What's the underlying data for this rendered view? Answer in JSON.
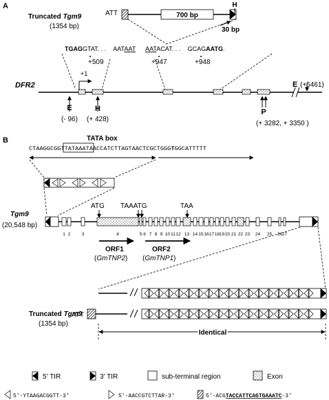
{
  "panel_a": {
    "letter": "A",
    "trunc_title": "Truncated",
    "trunc_gene": "Tgm9",
    "trunc_size": "(1354 bp)",
    "att": "ATT",
    "box700": "700 bp",
    "h_top": "H",
    "bp30": "30 bp",
    "seq_left_bold": "TGAG",
    "seq_left_rest": "GTAT. . .",
    "seq_mid1": "AAT",
    "seq_mid1_u": "AAT",
    "seq_mid2_u": "AAT",
    "seq_mid2": "ACAT. . .",
    "seq_right": "GCAG",
    "seq_right_bold": "AATG",
    "seq_right_end": ".",
    "pos509": "+509",
    "pos947": "+947",
    "pos948": "+948",
    "plus1": "+1",
    "dfr2": "DFR2",
    "e_label": "E",
    "e_pos": "(- 96)",
    "h_label": "H",
    "h_pos": "(+ 428)",
    "p_label": "P",
    "p_pos": "(+ 3282, + 3350 )",
    "e2_label": "E",
    "e2_pos": "(+5461)"
  },
  "panel_b": {
    "letter": "B",
    "tata": "TATA box",
    "seq_pre": "CTAAGGCGGT",
    "seq_box": "TATAAAT",
    "seq_mid": "AACCATCTTAGTAACTCGCTGGG",
    "seq_bold": "T",
    "seq_post": "GGCATTTTT",
    "gene": "Tgm9",
    "gene_size": "(20,548 bp)",
    "atg1": "ATG",
    "taa_atg": "TAAATG",
    "taa2": "TAA",
    "exon_numbers": [
      "1",
      "2",
      "3",
      "4",
      "5",
      "6",
      "7",
      "8",
      "9",
      "10",
      "11",
      "12",
      "13",
      "14",
      "15",
      "16",
      "17",
      "18",
      "19",
      "20",
      "21",
      "22",
      "23",
      "24",
      "25",
      "26",
      "27"
    ],
    "orf1": "ORF1",
    "orf1_sub": "GmTNP2",
    "orf2": "ORF2",
    "orf2_sub": "GmTNP1",
    "trunc_title": "Truncated",
    "trunc_gene": "Tgm9",
    "trunc_size": "(1354 bp)",
    "att": "ATT",
    "identical": "Identical"
  },
  "legend": {
    "tir5": "5' TIR",
    "tir3": "3' TIR",
    "subterminal": "sub-terminal region",
    "exon": "Exon",
    "motif_left": "5'-YTAAGACGGTT-3'",
    "motif_right": "5'-AACCGTCTTAR-3'",
    "motif_hatch_pre": "5'-ACG",
    "motif_hatch_bold": "TACCATTCAGTGAAATC",
    "motif_hatch_post": "-3'"
  }
}
